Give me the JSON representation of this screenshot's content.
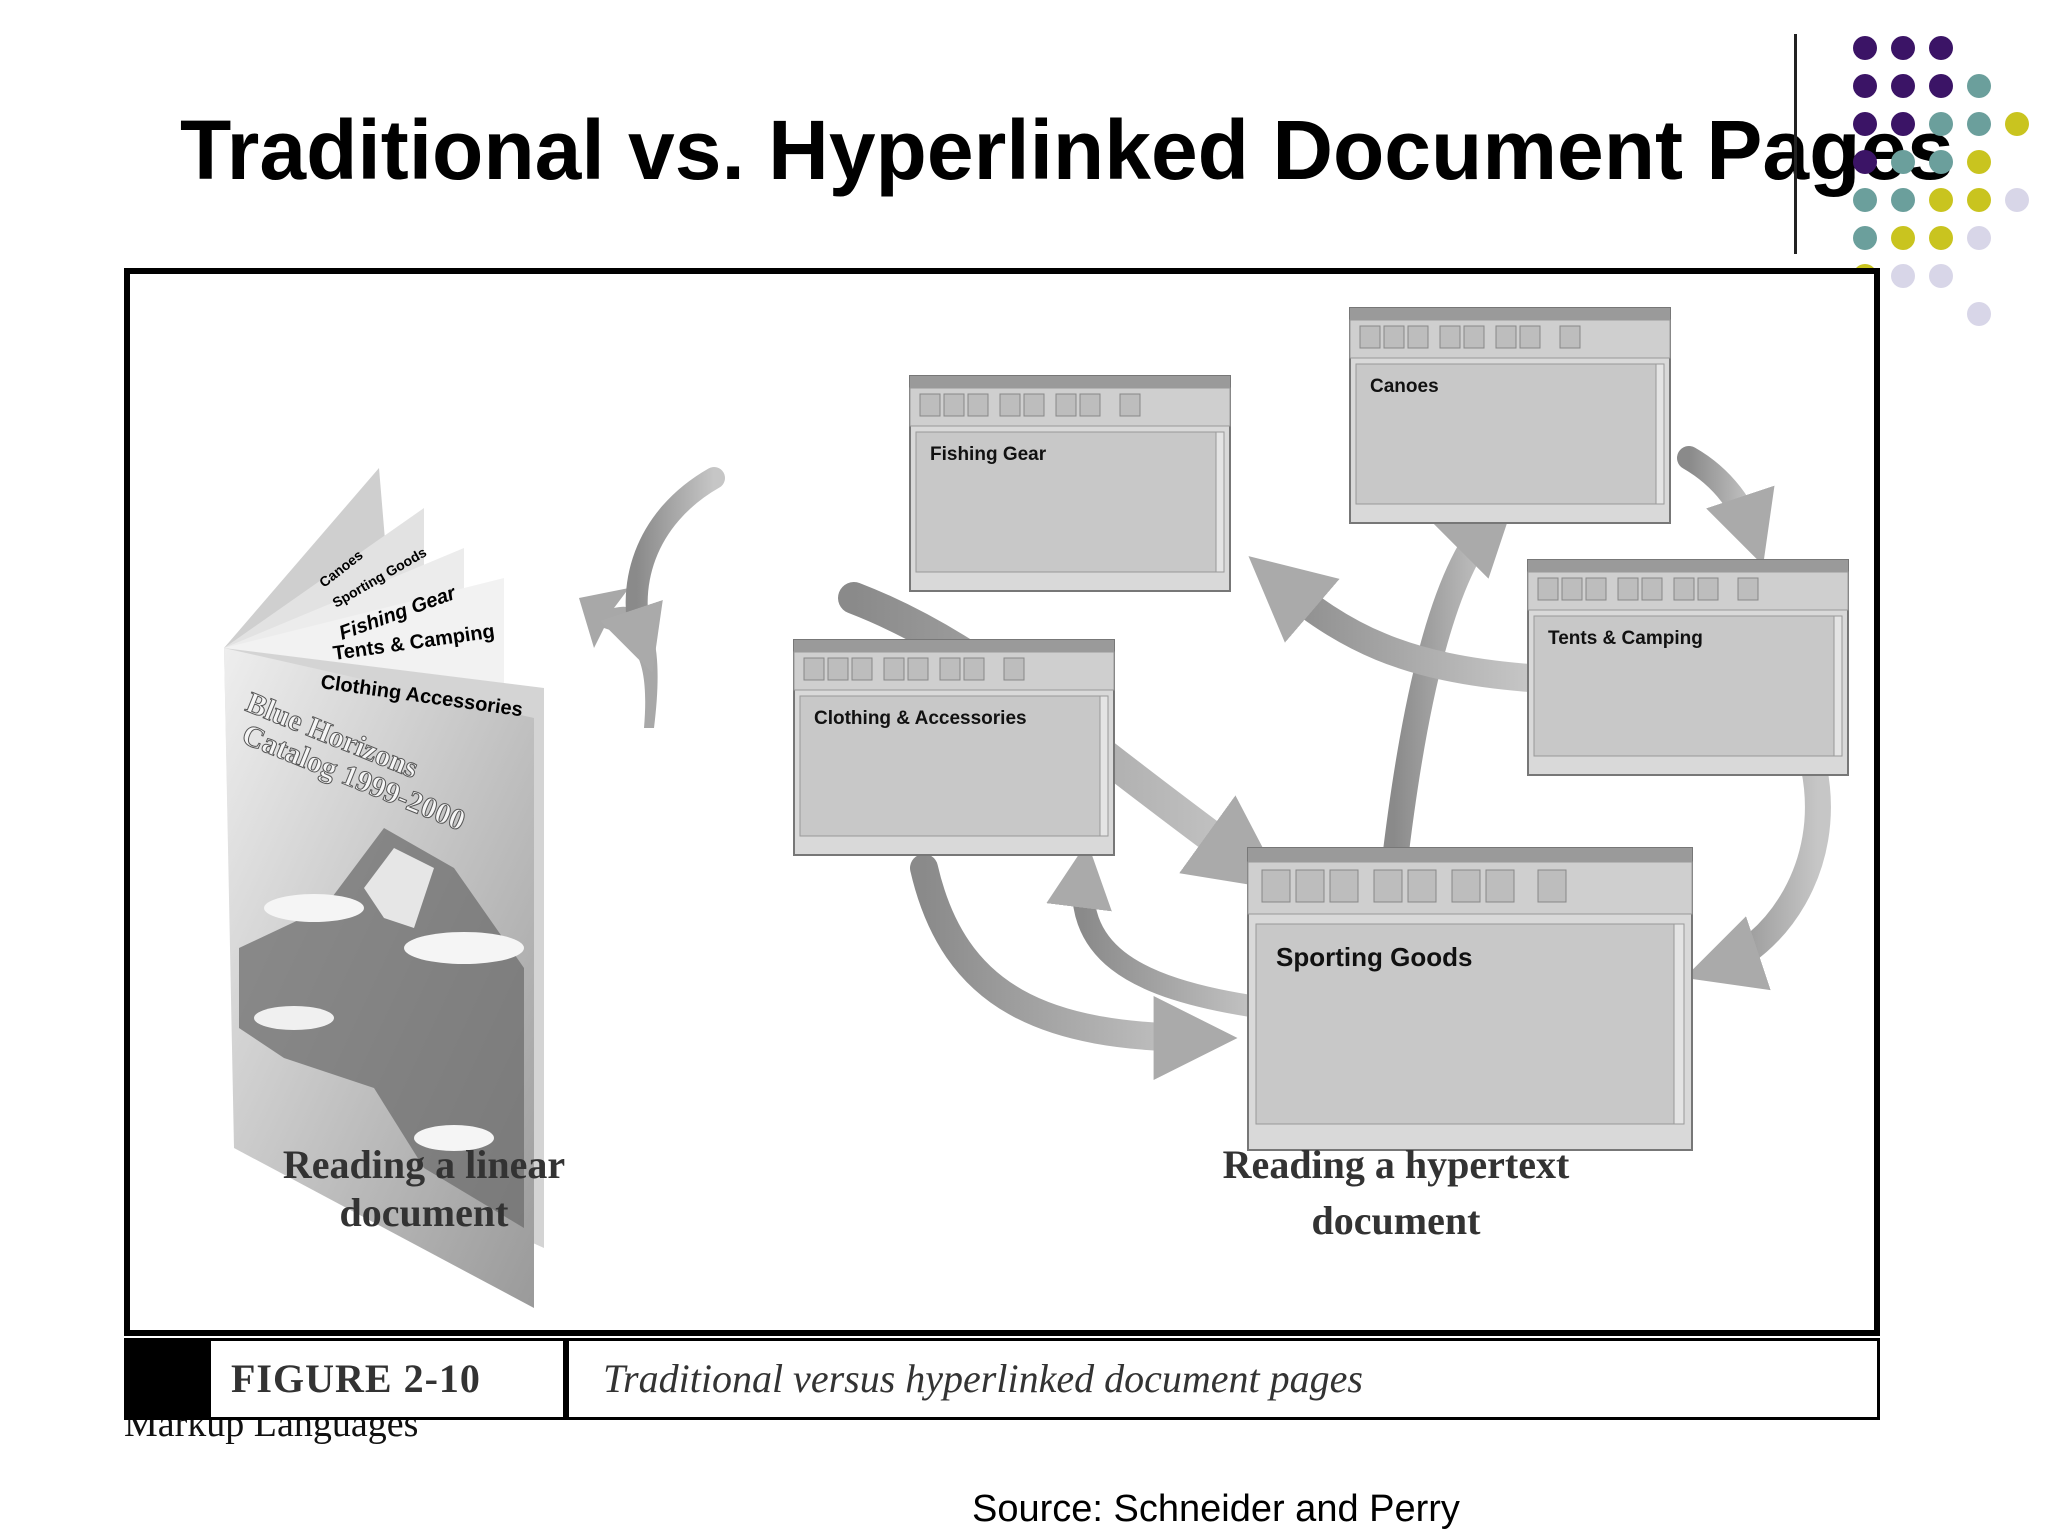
{
  "slide": {
    "title": "Traditional vs. Hyperlinked Document Pages",
    "source": "Source: Schneider and Perry",
    "footer": "Markup Languages"
  },
  "figure": {
    "number": "FIGURE 2-10",
    "caption": "Traditional versus hyperlinked document pages",
    "linear_label_line1": "Reading a linear",
    "linear_label_line2": "document",
    "hyper_label_line1": "Reading a hypertext",
    "hyper_label_line2": "document"
  },
  "catalog": {
    "tabs": [
      "Canoes",
      "Sporting Goods",
      "Fishing Gear",
      "Tents & Camping",
      "Clothing Accessories"
    ],
    "cover_line1": "Blue Horizons",
    "cover_line2": "Catalog 1999-2000"
  },
  "windows": {
    "fishing": "Fishing Gear",
    "canoes": "Canoes",
    "clothing": "Clothing & Accessories",
    "tents": "Tents & Camping",
    "sporting": "Sporting Goods"
  },
  "colors": {
    "purple": "#3b1466",
    "teal": "#6b9f9c",
    "olive": "#c9c41f",
    "lavender": "#d8d6e8"
  }
}
